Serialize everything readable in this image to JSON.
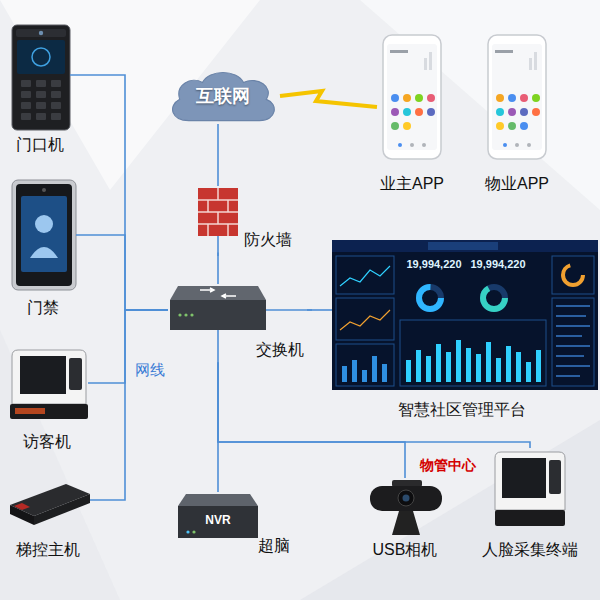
{
  "diagram": {
    "nodes": [
      {
        "text": [
          "门口机"
        ]
      },
      {
        "text": [
          "门禁"
        ]
      },
      {
        "text": [
          "访客机"
        ]
      },
      {
        "text": [
          "梯控主机"
        ]
      },
      {
        "text": [
          "互联网"
        ]
      },
      {
        "text": [
          "业主APP"
        ]
      },
      {
        "text": [
          "物业APP"
        ]
      },
      {
        "text": [
          "防火墙"
        ]
      },
      {
        "text": [
          "交换机"
        ]
      },
      {
        "text": [
          "智慧社区管理平台"
        ]
      },
      {
        "text": [
          "超脑"
        ]
      },
      {
        "text": [
          "USB相机"
        ]
      },
      {
        "text": [
          "人脸采集终端"
        ]
      }
    ],
    "edges": [
      {
        "from": 0,
        "to": 8,
        "arrow": "none"
      },
      {
        "from": 1,
        "to": 8,
        "arrow": "none"
      },
      {
        "from": 2,
        "to": 8,
        "arrow": "none"
      },
      {
        "from": 3,
        "to": 8,
        "arrow": "none"
      },
      {
        "from": 4,
        "to": 5,
        "arrow": "none"
      },
      {
        "from": 4,
        "to": 7,
        "arrow": "none"
      },
      {
        "from": 7,
        "to": 8,
        "arrow": "none"
      },
      {
        "from": 8,
        "to": 9,
        "arrow": "none"
      },
      {
        "from": 8,
        "to": 11,
        "arrow": "none"
      },
      {
        "from": 8,
        "to": 12,
        "arrow": "none"
      },
      {
        "from": 8,
        "to": 10,
        "arrow": "none"
      }
    ],
    "labels": [
      "网线",
      "物管中心",
      "NVR",
      "19,994,220",
      "19,994,220"
    ]
  }
}
